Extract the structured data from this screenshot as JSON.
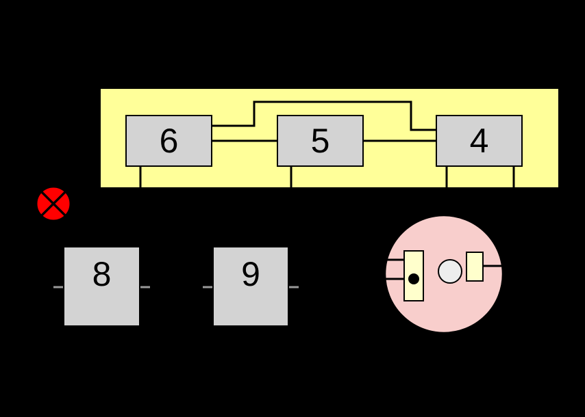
{
  "boxes": {
    "top": [
      {
        "label": "6"
      },
      {
        "label": "5"
      },
      {
        "label": "4"
      }
    ],
    "bottom": [
      {
        "label": "8"
      },
      {
        "label": "9"
      }
    ]
  },
  "symbols": {
    "lamp": "crossed-circle-lamp",
    "connector": "round-connector-plug"
  },
  "colors": {
    "background": "#000000",
    "panel_fill": "#FFFF99",
    "box_fill": "#D3D3D3",
    "box_border": "#000000",
    "wire": "#000000",
    "stub": "#9A9A9A",
    "lamp_fill": "#FF0000",
    "connector_fill": "#F8CECC",
    "terminal_fill": "#FFFFCC",
    "hole_fill": "#EDEDED",
    "pin_fill": "#000000"
  }
}
